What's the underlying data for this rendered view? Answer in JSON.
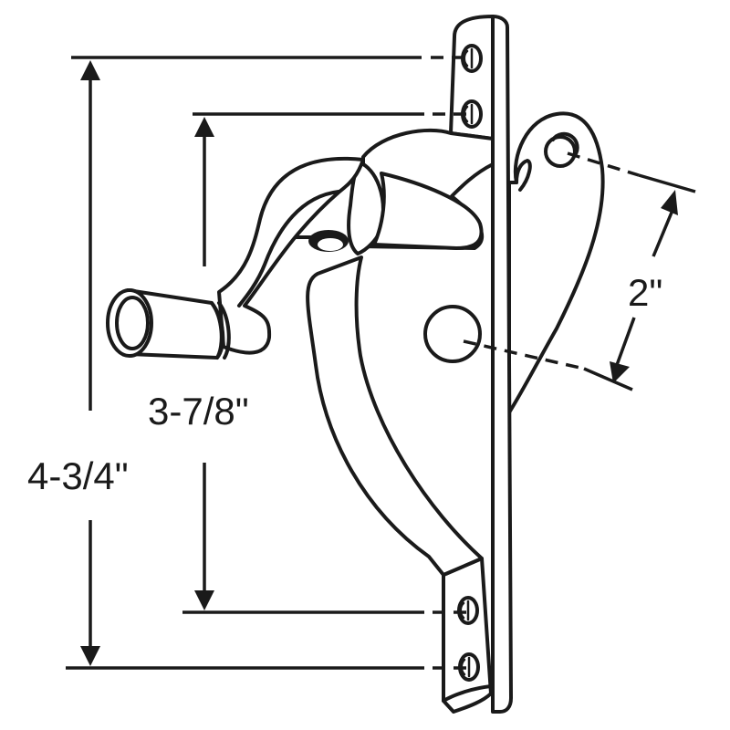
{
  "drawing": {
    "subject": "Casement window lock / operator handle with mounting brackets",
    "colors": {
      "line": "#1a1a1a",
      "background": "#ffffff"
    }
  },
  "dimensions": {
    "overall_height": {
      "label": "4-3/4\"",
      "description": "outer mounting screw to outer mounting screw"
    },
    "inner_screw_spacing": {
      "label": "3-7/8\"",
      "description": "inner mounting screw to inner mounting screw"
    },
    "pivot_spacing": {
      "label": "2\"",
      "description": "keeper pivot hole to frame hole"
    }
  },
  "features": {
    "mounting_screws": 4,
    "handle": "crank handle with cylindrical knob",
    "keeper_arm": "curved hook arm on right side"
  }
}
